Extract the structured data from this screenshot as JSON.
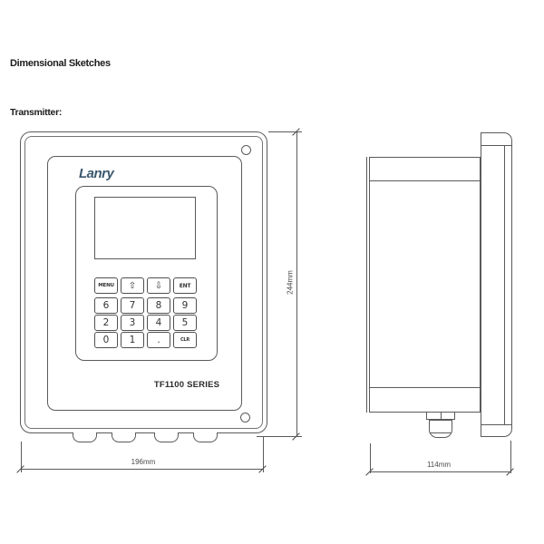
{
  "page": {
    "title": "Dimensional Sketches",
    "subtitle": "Transmitter:"
  },
  "front_view": {
    "brand": "Lanry",
    "model": "TF1100 SERIES",
    "keypad": {
      "rows": [
        {
          "keys": [
            {
              "name": "menu",
              "label": "MENU"
            },
            {
              "name": "arrow-up",
              "label": "⇧"
            },
            {
              "name": "arrow-down",
              "label": "⇩"
            },
            {
              "name": "ent",
              "label": "ENT"
            }
          ]
        },
        {
          "keys": [
            {
              "name": "6",
              "label": "6"
            },
            {
              "name": "7",
              "label": "7"
            },
            {
              "name": "8",
              "label": "8"
            },
            {
              "name": "9",
              "label": "9"
            }
          ]
        },
        {
          "keys": [
            {
              "name": "2",
              "label": "2"
            },
            {
              "name": "3",
              "label": "3"
            },
            {
              "name": "4",
              "label": "4"
            },
            {
              "name": "5",
              "label": "5"
            }
          ]
        },
        {
          "keys": [
            {
              "name": "0",
              "label": "0"
            },
            {
              "name": "1",
              "label": "1"
            },
            {
              "name": "dot",
              "label": "."
            },
            {
              "name": "clr",
              "label": "CLR"
            }
          ]
        }
      ]
    }
  },
  "dimensions": {
    "height": "244mm",
    "width": "196mm",
    "depth": "114mm"
  },
  "colors": {
    "line": "#5a5a5a",
    "heading_text": "#1c1c1c",
    "dimension_text": "#4a4a4a",
    "logo": "#3b586e"
  }
}
